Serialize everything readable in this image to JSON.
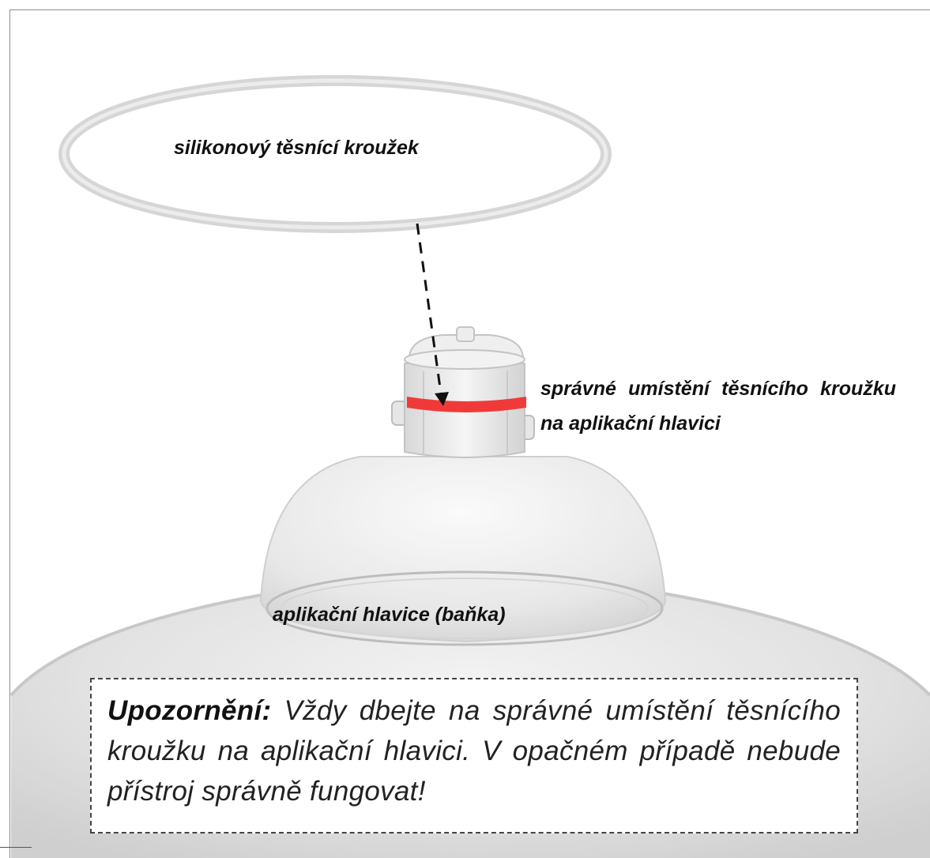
{
  "labels": {
    "ring": "silikonový těsnící kroužek",
    "placement": "správné umístění těsnícího kroužku na aplikační hlavici",
    "head": "aplikační hlavice (baňka)"
  },
  "notice": {
    "title": "Upozornění:",
    "text": " Vždy dbejte na správné umístění těsnícího kroužku na aplikační hlavici. V opačném případě nebude přístroj správně fungovat!"
  },
  "colors": {
    "seal_band": "#f03a3a",
    "ring": "#d9d9d9",
    "arrow": "#111111"
  }
}
